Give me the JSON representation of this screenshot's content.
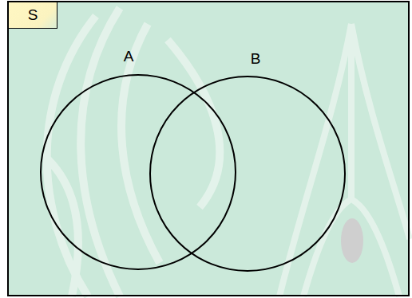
{
  "diagram": {
    "nodes": [
      {
        "text": [
          "S"
        ]
      },
      {
        "text": [
          "A"
        ],
        "in": 0
      },
      {
        "text": [
          "B"
        ],
        "in": 0
      }
    ]
  }
}
